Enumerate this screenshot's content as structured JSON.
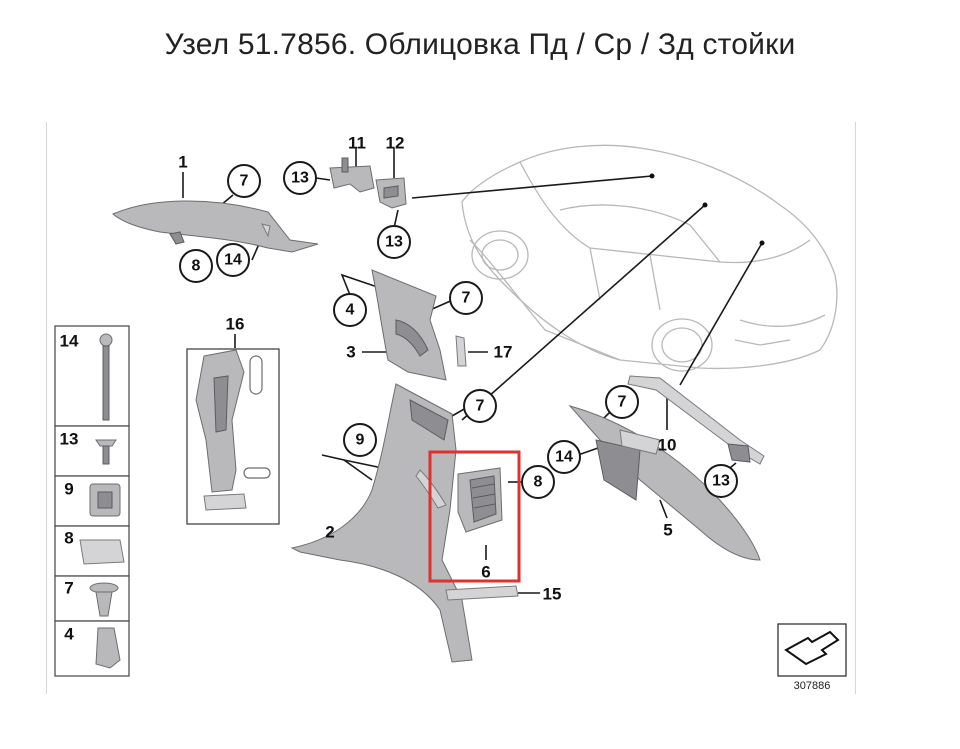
{
  "title": "Узел 51.7856. Облицовка Пд / Ср / Зд стойки",
  "diagram": {
    "reference_number": "307886",
    "callouts": [
      "1",
      "2",
      "3",
      "4",
      "5",
      "6",
      "7",
      "8",
      "9",
      "10",
      "11",
      "12",
      "13",
      "14",
      "15",
      "16",
      "17"
    ],
    "legend": [
      "14",
      "13",
      "9",
      "8",
      "7",
      "4"
    ],
    "highlighted_part": "6",
    "colors": {
      "highlight": "#e0312f",
      "part_fill": "#b9b9bb",
      "car_outline": "#b8b8b8"
    }
  }
}
